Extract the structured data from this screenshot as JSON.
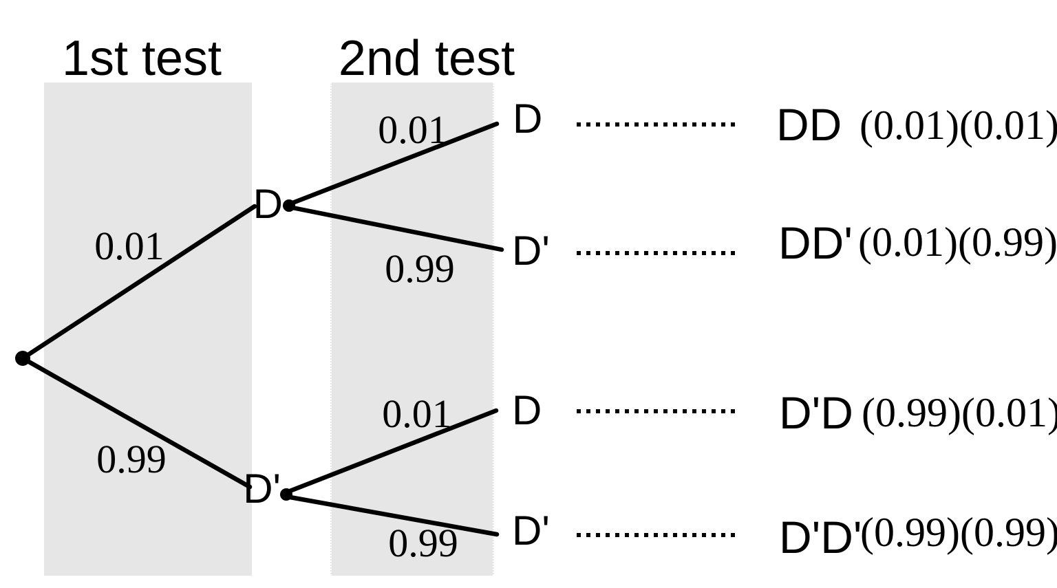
{
  "colors": {
    "band": "#e6e6e6",
    "ink": "#000000",
    "background": "#ffffff"
  },
  "headers": {
    "first": "1st test",
    "second": "2nd test"
  },
  "tree": {
    "level1": [
      {
        "label": "D",
        "prob": "0.01"
      },
      {
        "label": "D'",
        "prob": "0.99"
      }
    ],
    "level2": [
      {
        "prob": "0.01",
        "leaf": "D"
      },
      {
        "prob": "0.99",
        "leaf": "D'"
      },
      {
        "prob": "0.01",
        "leaf": "D"
      },
      {
        "prob": "0.99",
        "leaf": "D'"
      }
    ],
    "outcomes": [
      {
        "combo": "DD",
        "product": "(0.01)(0.01)"
      },
      {
        "combo": "DD'",
        "product": "(0.01)(0.99)"
      },
      {
        "combo": "D'D",
        "product": "(0.99)(0.01)"
      },
      {
        "combo": "D'D'",
        "product": "(0.99)(0.99)"
      }
    ]
  }
}
